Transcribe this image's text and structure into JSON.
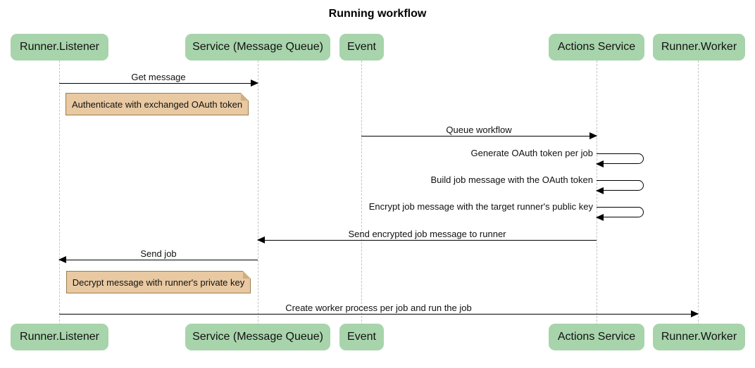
{
  "title": "Running workflow",
  "colors": {
    "background": "#ffffff",
    "participant_fill": "#a8d4ab",
    "note_fill": "#e9c9a2",
    "note_border": "#9a7d4e",
    "message_line": "#000000",
    "lifeline": "#c3c3c3",
    "text": "#111111"
  },
  "participants": [
    {
      "id": "runner-listener",
      "label": "Runner.Listener"
    },
    {
      "id": "service-message-queue",
      "label": "Service (Message Queue)"
    },
    {
      "id": "event",
      "label": "Event"
    },
    {
      "id": "actions-service",
      "label": "Actions Service"
    },
    {
      "id": "runner-worker",
      "label": "Runner.Worker"
    }
  ],
  "messages": [
    {
      "label": "Get message",
      "from": "runner-listener",
      "to": "service-message-queue",
      "type": "arrow"
    },
    {
      "label": "Queue workflow",
      "from": "event",
      "to": "actions-service",
      "type": "arrow"
    },
    {
      "label": "Generate OAuth token per job",
      "from": "actions-service",
      "to": "actions-service",
      "type": "self"
    },
    {
      "label": "Build job message with the OAuth token",
      "from": "actions-service",
      "to": "actions-service",
      "type": "self"
    },
    {
      "label": "Encrypt job message with the target runner's public key",
      "from": "actions-service",
      "to": "actions-service",
      "type": "self"
    },
    {
      "label": "Send encrypted job message to runner",
      "from": "actions-service",
      "to": "service-message-queue",
      "type": "arrow"
    },
    {
      "label": "Send job",
      "from": "service-message-queue",
      "to": "runner-listener",
      "type": "arrow"
    },
    {
      "label": "Create worker process per job and run the job",
      "from": "runner-listener",
      "to": "runner-worker",
      "type": "arrow"
    }
  ],
  "notes": [
    {
      "label": "Authenticate with exchanged OAuth token",
      "anchor": "runner-listener"
    },
    {
      "label": "Decrypt message with runner's private key",
      "anchor": "runner-listener"
    }
  ]
}
